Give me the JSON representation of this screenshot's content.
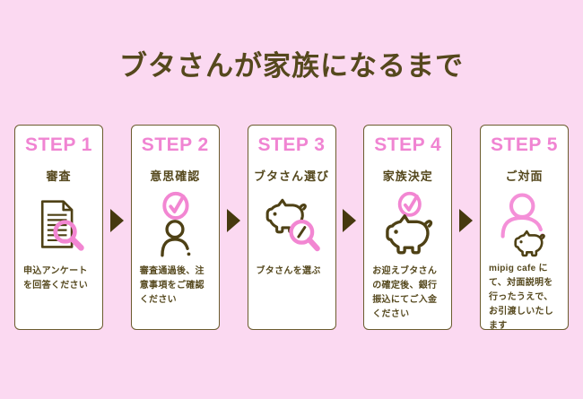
{
  "page": {
    "title": "ブタさんが家族になるまで",
    "background_color": "#fbd9f1"
  },
  "colors": {
    "accent_pink": "#f286d2",
    "text_brown": "#55481d",
    "card_border": "#6b5c2e",
    "arrow_brown": "#46390f"
  },
  "icons": {
    "step1": "document-magnifier-icon",
    "step2": "check-person-icon",
    "step3": "pig-magnifier-icon",
    "step4": "check-pig-icon",
    "step5": "person-pig-icon",
    "between": "arrow-right-icon"
  },
  "steps": [
    {
      "step": "STEP 1",
      "subtitle": "審査",
      "description": "申込アンケートを回答ください"
    },
    {
      "step": "STEP 2",
      "subtitle": "意思確認",
      "description": "審査通過後、注意事項をご確認ください"
    },
    {
      "step": "STEP 3",
      "subtitle": "ブタさん選び",
      "description": "ブタさんを選ぶ"
    },
    {
      "step": "STEP 4",
      "subtitle": "家族決定",
      "description": "お迎えブタさんの確定後、銀行振込にてご入金ください"
    },
    {
      "step": "STEP 5",
      "subtitle": "ご対面",
      "description": "mipig cafe にて、対面説明を行ったうえで、お引渡しいたします"
    }
  ]
}
